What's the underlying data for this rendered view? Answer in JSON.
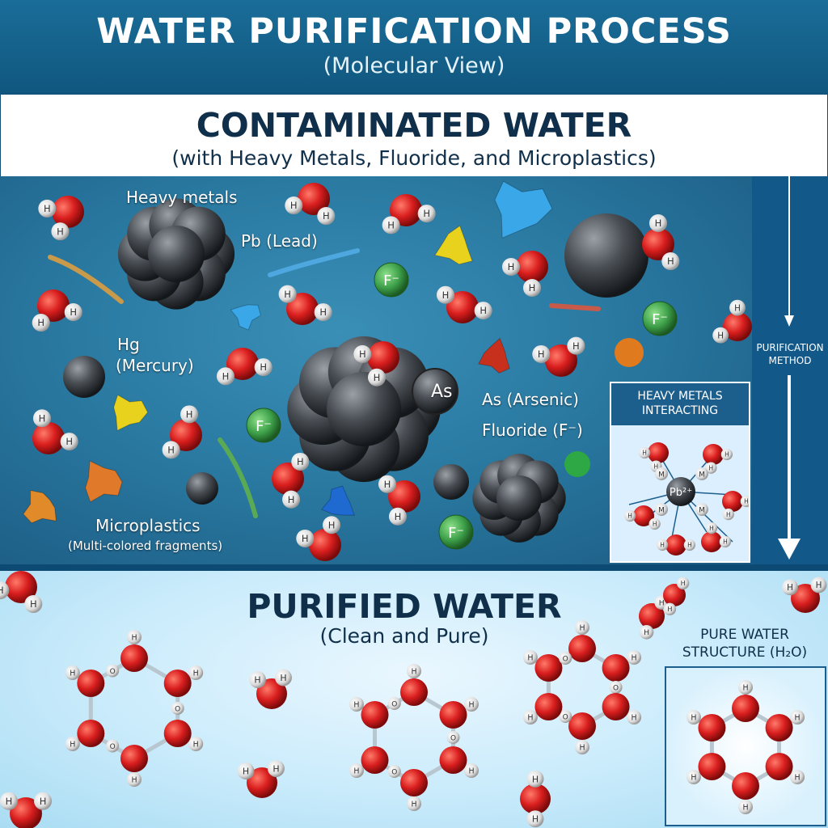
{
  "header": {
    "title": "WATER PURIFICATION PROCESS",
    "subtitle": "(Molecular View)"
  },
  "contaminated": {
    "title": "CONTAMINATED WATER",
    "subtitle": "(with Heavy Metals, Fluoride, and Microplastics)",
    "labels": {
      "heavy_metals": "Heavy metals",
      "lead": "Pb (Lead)",
      "hg_symbol": "Hg",
      "mercury": "(Mercury)",
      "arsenic_symbol": "As",
      "arsenic": "As (Arsenic)",
      "fluoride": "Fluoride (F⁻)",
      "microplastics": "Microplastics",
      "microplastics_note": "(Multi-colored fragments)",
      "fluoride_ion": "F⁻"
    },
    "inset": {
      "title_line1": "HEAVY METALS",
      "title_line2": "INTERACTING",
      "center_ion": "Pb²⁺",
      "m_label": "M"
    }
  },
  "process": {
    "line1": "PURIFICATION",
    "line2": "METHOD"
  },
  "purified": {
    "title": "PURIFIED WATER",
    "subtitle": "(Clean and Pure)",
    "structure_line1": "PURE WATER",
    "structure_line2": "STRUCTURE (H₂O)",
    "h_label": "H",
    "o_label": "O"
  },
  "colors": {
    "oxygen": "#d91e1e",
    "hydrogen": "#e8e8e8",
    "metal": "#4a4f55",
    "fluoride": "#3ea04a",
    "header_bg": "#1a6d99",
    "title_text": "#0f2f4a"
  }
}
